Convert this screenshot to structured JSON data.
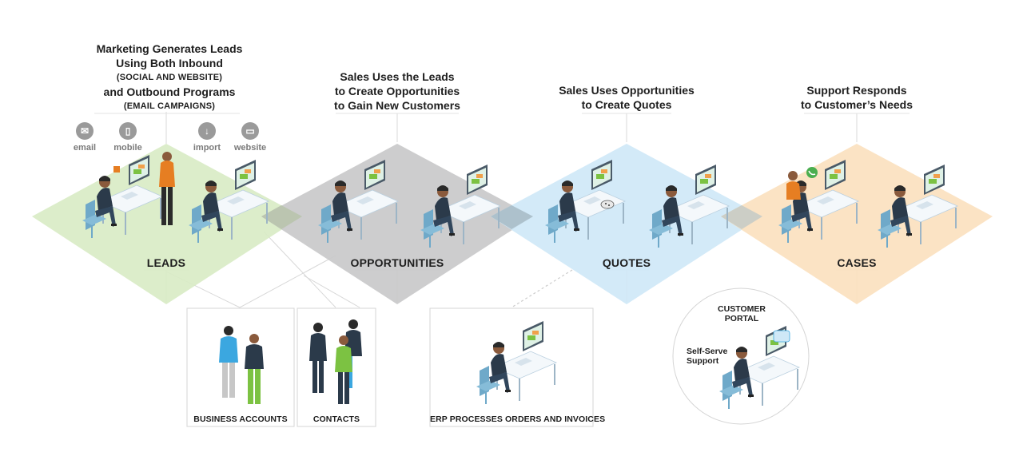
{
  "stages": [
    {
      "id": "leads",
      "label": "LEADS",
      "header_lines": [
        "Marketing Generates Leads",
        "Using Both Inbound",
        "(SOCIAL AND WEBSITE)",
        "and Outbound Programs",
        "(EMAIL CAMPAIGNS)"
      ],
      "color": "#d9ecc6"
    },
    {
      "id": "opportunities",
      "label": "OPPORTUNITIES",
      "header_lines": [
        "Sales Uses the Leads",
        "to Create Opportunities",
        "to Gain New Customers"
      ],
      "color": "#c9c9ca"
    },
    {
      "id": "quotes",
      "label": "QUOTES",
      "header_lines": [
        "Sales Uses Opportunities",
        "to Create Quotes"
      ],
      "color": "#cfe8f7"
    },
    {
      "id": "cases",
      "label": "CASES",
      "header_lines": [
        "Support Responds",
        "to Customer’s Needs"
      ],
      "color": "#fbe1bf"
    }
  ],
  "channels": [
    {
      "label": "email",
      "icon": "envelope-icon"
    },
    {
      "label": "mobile",
      "icon": "mobile-phone-icon"
    },
    {
      "label": "import",
      "icon": "download-arrow-icon"
    },
    {
      "label": "website",
      "icon": "monitor-icon"
    }
  ],
  "boxes": [
    {
      "id": "business-accounts",
      "label": "BUSINESS ACCOUNTS"
    },
    {
      "id": "contacts",
      "label": "CONTACTS"
    },
    {
      "id": "erp",
      "label": "ERP PROCESSES ORDERS AND INVOICES"
    }
  ],
  "portal": {
    "title_lines": [
      "CUSTOMER",
      "PORTAL"
    ],
    "note_lines": [
      "Self-Serve",
      "Support"
    ]
  },
  "colors": {
    "accent_orange": "#e67e22",
    "accent_blue": "#3ba7e0",
    "accent_green": "#7cc242",
    "desk": "#e9f3fa",
    "chair": "#6fa9c9",
    "dark": "#2b3a4a"
  }
}
